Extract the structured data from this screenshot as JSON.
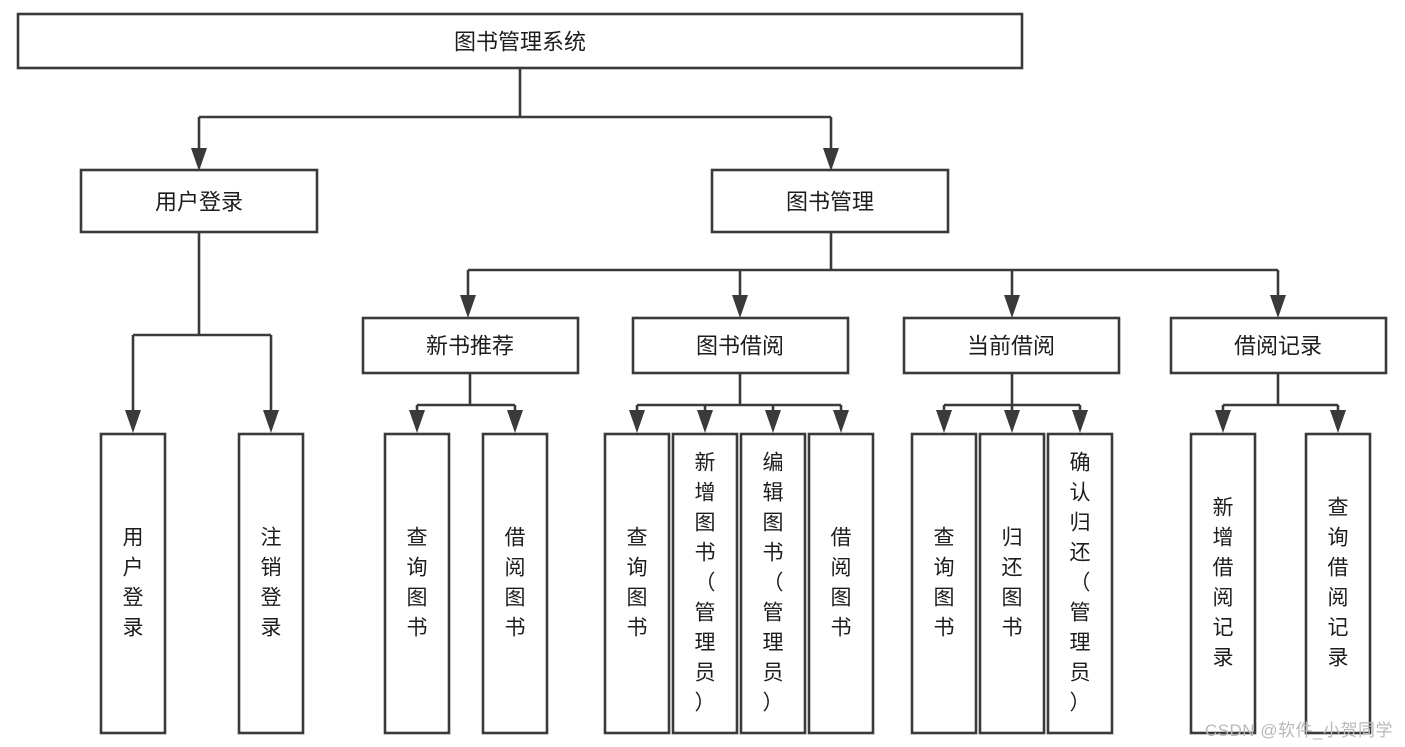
{
  "diagram": {
    "title": "图书管理系统",
    "type": "tree-hierarchy-chart",
    "root": {
      "id": "root",
      "label": "图书管理系统",
      "orientation": "horizontal"
    },
    "level2": [
      {
        "id": "user-login",
        "label": "用户登录",
        "orientation": "horizontal"
      },
      {
        "id": "book-management",
        "label": "图书管理",
        "orientation": "horizontal"
      }
    ],
    "level3": [
      {
        "id": "new-book-recommend",
        "label": "新书推荐",
        "orientation": "horizontal",
        "parent": "book-management"
      },
      {
        "id": "book-borrow",
        "label": "图书借阅",
        "orientation": "horizontal",
        "parent": "book-management"
      },
      {
        "id": "current-borrow",
        "label": "当前借阅",
        "orientation": "horizontal",
        "parent": "book-management"
      },
      {
        "id": "borrow-record",
        "label": "借阅记录",
        "orientation": "horizontal",
        "parent": "book-management"
      }
    ],
    "leaves": {
      "user_login": [
        {
          "id": "leaf-user-login",
          "label": "用户登录",
          "orientation": "vertical"
        },
        {
          "id": "leaf-user-logout",
          "label": "注销登录",
          "orientation": "vertical"
        }
      ],
      "new_book_recommend": [
        {
          "id": "leaf-query-book-1",
          "label": "查询图书",
          "orientation": "vertical"
        },
        {
          "id": "leaf-borrow-book-1",
          "label": "借阅图书",
          "orientation": "vertical"
        }
      ],
      "book_borrow": [
        {
          "id": "leaf-query-book-2",
          "label": "查询图书",
          "orientation": "vertical"
        },
        {
          "id": "leaf-add-book",
          "label": "新增图书（管理员）",
          "orientation": "vertical"
        },
        {
          "id": "leaf-edit-book",
          "label": "编辑图书（管理员）",
          "orientation": "vertical"
        },
        {
          "id": "leaf-borrow-book-2",
          "label": "借阅图书",
          "orientation": "vertical"
        }
      ],
      "current_borrow": [
        {
          "id": "leaf-query-book-3",
          "label": "查询图书",
          "orientation": "vertical"
        },
        {
          "id": "leaf-return-book",
          "label": "归还图书",
          "orientation": "vertical"
        },
        {
          "id": "leaf-confirm-return",
          "label": "确认归还（管理员）",
          "orientation": "vertical"
        }
      ],
      "borrow_record": [
        {
          "id": "leaf-add-borrow-record",
          "label": "新增借阅记录",
          "orientation": "vertical"
        },
        {
          "id": "leaf-query-borrow-record",
          "label": "查询借阅记录",
          "orientation": "vertical"
        }
      ]
    },
    "colors": {
      "box_stroke": "#3a3a3a",
      "box_fill": "#ffffff",
      "line": "#3a3a3a",
      "text": "#1d1d1d",
      "background": "#ffffff",
      "watermark": "#b9b9b9"
    }
  },
  "watermark": {
    "text": "CSDN @软件_小贺同学"
  }
}
